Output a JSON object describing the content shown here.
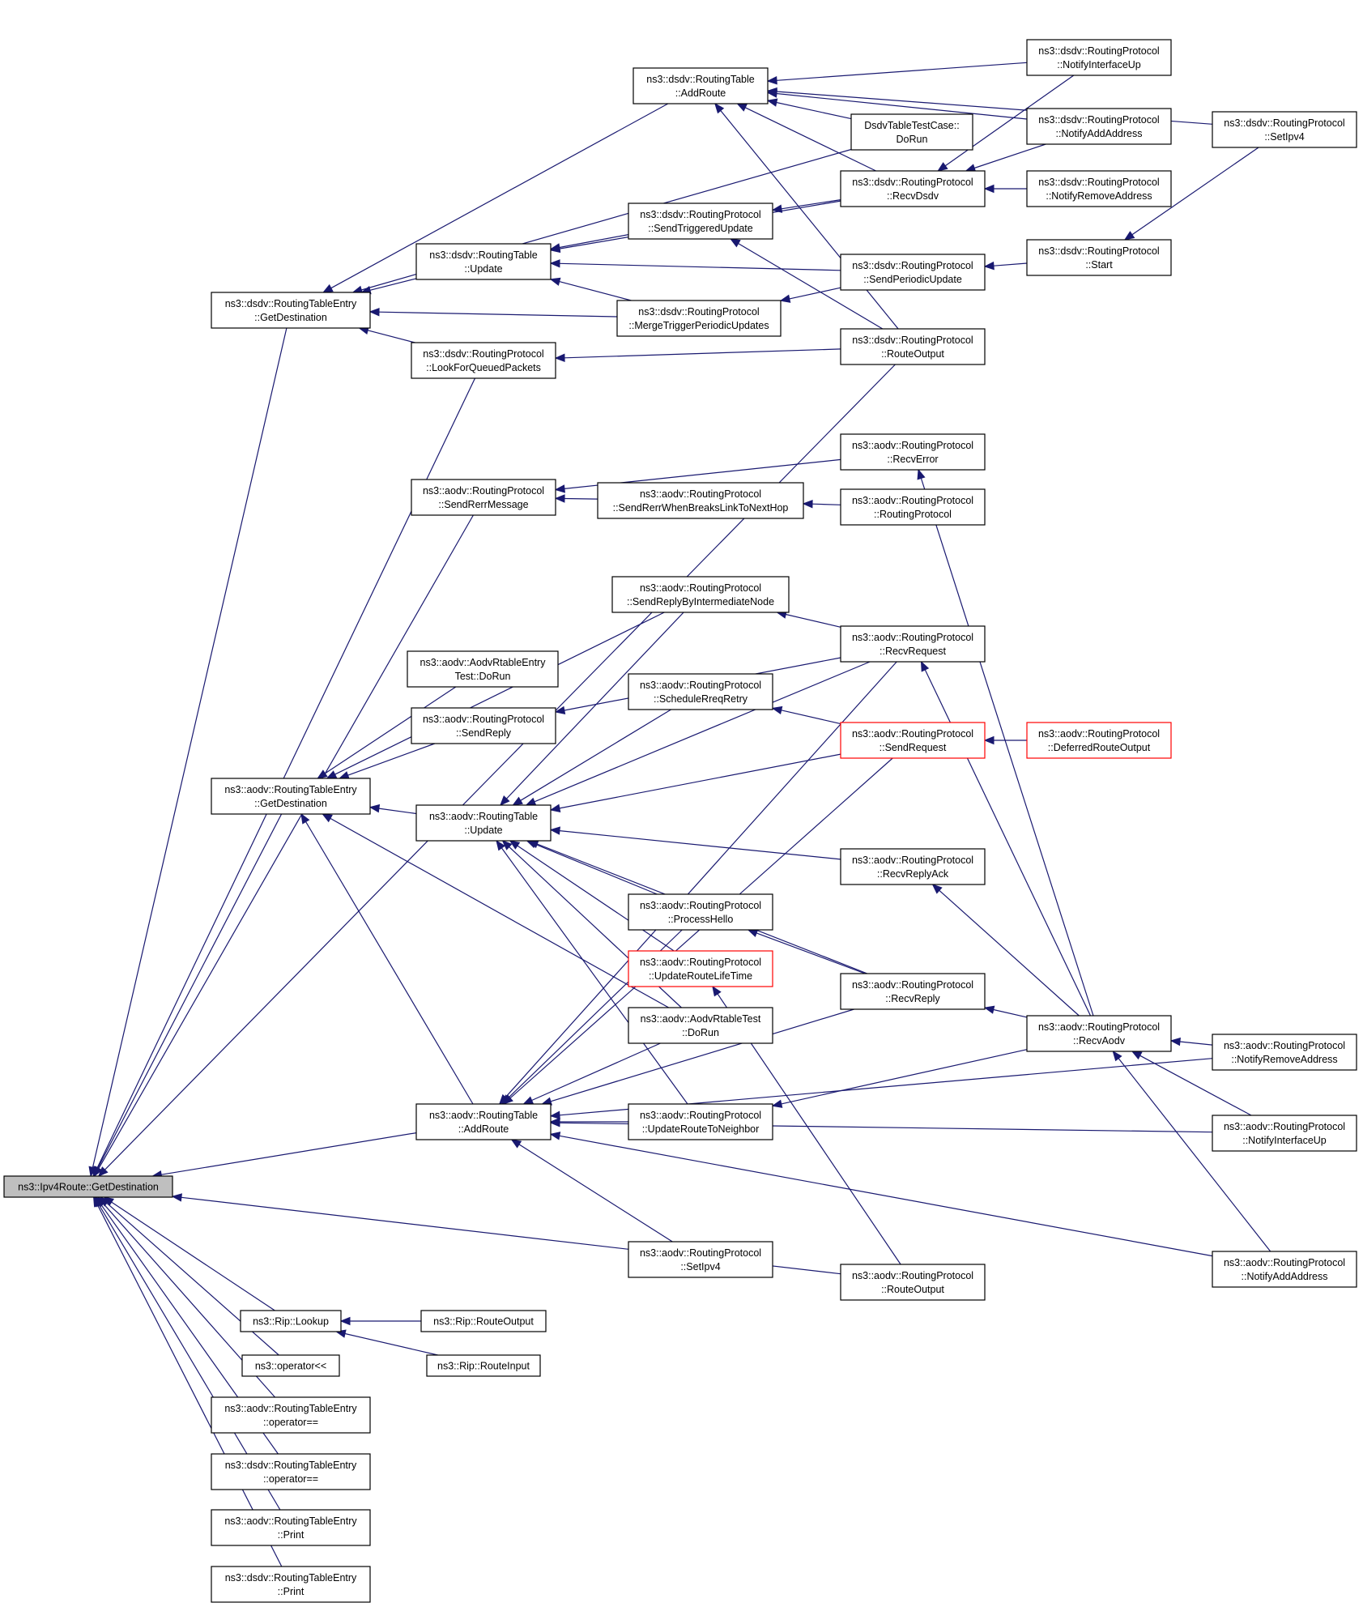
{
  "diagram": {
    "nodes": [
      {
        "id": "root",
        "lines": [
          "ns3::Ipv4Route::GetDestination"
        ],
        "style": "root"
      },
      {
        "id": "dsdvRTE_GetDest",
        "lines": [
          "ns3::dsdv::RoutingTableEntry",
          "::GetDestination"
        ]
      },
      {
        "id": "dsdvRT_AddRoute",
        "lines": [
          "ns3::dsdv::RoutingTable",
          "::AddRoute"
        ]
      },
      {
        "id": "dsdvRP_NotifyIfUp",
        "lines": [
          "ns3::dsdv::RoutingProtocol",
          "::NotifyInterfaceUp"
        ]
      },
      {
        "id": "dsdvRP_NotifyAdd",
        "lines": [
          "ns3::dsdv::RoutingProtocol",
          "::NotifyAddAddress"
        ]
      },
      {
        "id": "dsdvRP_SetIpv4",
        "lines": [
          "ns3::dsdv::RoutingProtocol",
          "::SetIpv4"
        ]
      },
      {
        "id": "dsdvTest_DoRun",
        "lines": [
          "DsdvTableTestCase::",
          "DoRun"
        ]
      },
      {
        "id": "dsdvRP_RecvDsdv",
        "lines": [
          "ns3::dsdv::RoutingProtocol",
          "::RecvDsdv"
        ]
      },
      {
        "id": "dsdvRP_NotifyRemove",
        "lines": [
          "ns3::dsdv::RoutingProtocol",
          "::NotifyRemoveAddress"
        ]
      },
      {
        "id": "dsdvRP_SendTrig",
        "lines": [
          "ns3::dsdv::RoutingProtocol",
          "::SendTriggeredUpdate"
        ]
      },
      {
        "id": "dsdvRT_Update",
        "lines": [
          "ns3::dsdv::RoutingTable",
          "::Update"
        ]
      },
      {
        "id": "dsdvRP_SendPeriodic",
        "lines": [
          "ns3::dsdv::RoutingProtocol",
          "::SendPeriodicUpdate"
        ]
      },
      {
        "id": "dsdvRP_Start",
        "lines": [
          "ns3::dsdv::RoutingProtocol",
          "::Start"
        ]
      },
      {
        "id": "dsdvRP_Merge",
        "lines": [
          "ns3::dsdv::RoutingProtocol",
          "::MergeTriggerPeriodicUpdates"
        ]
      },
      {
        "id": "dsdvRP_LookFor",
        "lines": [
          "ns3::dsdv::RoutingProtocol",
          "::LookForQueuedPackets"
        ]
      },
      {
        "id": "dsdvRP_RouteOutput",
        "lines": [
          "ns3::dsdv::RoutingProtocol",
          "::RouteOutput"
        ]
      },
      {
        "id": "aodvRP_RecvError",
        "lines": [
          "ns3::aodv::RoutingProtocol",
          "::RecvError"
        ]
      },
      {
        "id": "aodvRP_SendRerrMsg",
        "lines": [
          "ns3::aodv::RoutingProtocol",
          "::SendRerrMessage"
        ]
      },
      {
        "id": "aodvRP_SendRerrBreaks",
        "lines": [
          "ns3::aodv::RoutingProtocol",
          "::SendRerrWhenBreaksLinkToNextHop"
        ]
      },
      {
        "id": "aodvRP_RP",
        "lines": [
          "ns3::aodv::RoutingProtocol",
          "::RoutingProtocol"
        ]
      },
      {
        "id": "aodvRP_SendReplyInter",
        "lines": [
          "ns3::aodv::RoutingProtocol",
          "::SendReplyByIntermediateNode"
        ]
      },
      {
        "id": "aodvRP_RecvRequest",
        "lines": [
          "ns3::aodv::RoutingProtocol",
          "::RecvRequest"
        ]
      },
      {
        "id": "aodvRTETest_DoRun",
        "lines": [
          "ns3::aodv::AodvRtableEntry",
          "Test::DoRun"
        ]
      },
      {
        "id": "aodvRP_SchedRreq",
        "lines": [
          "ns3::aodv::RoutingProtocol",
          "::ScheduleRreqRetry"
        ]
      },
      {
        "id": "aodvRP_SendReply",
        "lines": [
          "ns3::aodv::RoutingProtocol",
          "::SendReply"
        ]
      },
      {
        "id": "aodvRP_SendRequest",
        "lines": [
          "ns3::aodv::RoutingProtocol",
          "::SendRequest"
        ],
        "style": "red"
      },
      {
        "id": "aodvRP_Deferred",
        "lines": [
          "ns3::aodv::RoutingProtocol",
          "::DeferredRouteOutput"
        ],
        "style": "red"
      },
      {
        "id": "aodvRTE_GetDest",
        "lines": [
          "ns3::aodv::RoutingTableEntry",
          "::GetDestination"
        ]
      },
      {
        "id": "aodvRT_Update",
        "lines": [
          "ns3::aodv::RoutingTable",
          "::Update"
        ]
      },
      {
        "id": "aodvRP_RecvReplyAck",
        "lines": [
          "ns3::aodv::RoutingProtocol",
          "::RecvReplyAck"
        ]
      },
      {
        "id": "aodvRP_ProcessHello",
        "lines": [
          "ns3::aodv::RoutingProtocol",
          "::ProcessHello"
        ]
      },
      {
        "id": "aodvRP_UpdateLife",
        "lines": [
          "ns3::aodv::RoutingProtocol",
          "::UpdateRouteLifeTime"
        ],
        "style": "red"
      },
      {
        "id": "aodvRP_RecvReply",
        "lines": [
          "ns3::aodv::RoutingProtocol",
          "::RecvReply"
        ]
      },
      {
        "id": "aodvRTest_DoRun",
        "lines": [
          "ns3::aodv::AodvRtableTest",
          "::DoRun"
        ]
      },
      {
        "id": "aodvRP_RecvAodv",
        "lines": [
          "ns3::aodv::RoutingProtocol",
          "::RecvAodv"
        ]
      },
      {
        "id": "aodvRP_NotifyRemove",
        "lines": [
          "ns3::aodv::RoutingProtocol",
          "::NotifyRemoveAddress"
        ]
      },
      {
        "id": "aodvRT_AddRoute",
        "lines": [
          "ns3::aodv::RoutingTable",
          "::AddRoute"
        ]
      },
      {
        "id": "aodvRP_UpdateNeighbor",
        "lines": [
          "ns3::aodv::RoutingProtocol",
          "::UpdateRouteToNeighbor"
        ]
      },
      {
        "id": "aodvRP_NotifyIfUp",
        "lines": [
          "ns3::aodv::RoutingProtocol",
          "::NotifyInterfaceUp"
        ]
      },
      {
        "id": "aodvRP_SetIpv4",
        "lines": [
          "ns3::aodv::RoutingProtocol",
          "::SetIpv4"
        ]
      },
      {
        "id": "aodvRP_RouteOutput",
        "lines": [
          "ns3::aodv::RoutingProtocol",
          "::RouteOutput"
        ]
      },
      {
        "id": "aodvRP_NotifyAdd",
        "lines": [
          "ns3::aodv::RoutingProtocol",
          "::NotifyAddAddress"
        ]
      },
      {
        "id": "rip_Lookup",
        "lines": [
          "ns3::Rip::Lookup"
        ]
      },
      {
        "id": "rip_RouteOutput",
        "lines": [
          "ns3::Rip::RouteOutput"
        ]
      },
      {
        "id": "rip_RouteInput",
        "lines": [
          "ns3::Rip::RouteInput"
        ]
      },
      {
        "id": "op_shift",
        "lines": [
          "ns3::operator<<"
        ]
      },
      {
        "id": "aodvRTE_opEq",
        "lines": [
          "ns3::aodv::RoutingTableEntry",
          "::operator=="
        ]
      },
      {
        "id": "dsdvRTE_opEq",
        "lines": [
          "ns3::dsdv::RoutingTableEntry",
          "::operator=="
        ]
      },
      {
        "id": "aodvRTE_Print",
        "lines": [
          "ns3::aodv::RoutingTableEntry",
          "::Print"
        ]
      },
      {
        "id": "dsdvRTE_Print",
        "lines": [
          "ns3::dsdv::RoutingTableEntry",
          "::Print"
        ]
      }
    ],
    "edges": [
      [
        "dsdvRTE_GetDest",
        "root"
      ],
      [
        "dsdvRP_LookFor",
        "root"
      ],
      [
        "dsdvRP_RouteOutput",
        "root"
      ],
      [
        "aodvRTE_GetDest",
        "root"
      ],
      [
        "aodvRP_SendRerrMsg",
        "root"
      ],
      [
        "aodvRT_AddRoute",
        "root"
      ],
      [
        "aodvRP_RouteOutput",
        "root"
      ],
      [
        "rip_Lookup",
        "root"
      ],
      [
        "op_shift",
        "root"
      ],
      [
        "aodvRTE_opEq",
        "root"
      ],
      [
        "dsdvRTE_opEq",
        "root"
      ],
      [
        "aodvRTE_Print",
        "root"
      ],
      [
        "dsdvRTE_Print",
        "root"
      ],
      [
        "dsdvRT_AddRoute",
        "dsdvRTE_GetDest"
      ],
      [
        "dsdvTest_DoRun",
        "dsdvRTE_GetDest"
      ],
      [
        "dsdvRT_Update",
        "dsdvRTE_GetDest"
      ],
      [
        "dsdvRP_Merge",
        "dsdvRTE_GetDest"
      ],
      [
        "dsdvRP_LookFor",
        "dsdvRTE_GetDest"
      ],
      [
        "dsdvRP_SetIpv4",
        "dsdvRT_AddRoute"
      ],
      [
        "dsdvRP_NotifyIfUp",
        "dsdvRT_AddRoute"
      ],
      [
        "dsdvRP_NotifyAdd",
        "dsdvRT_AddRoute"
      ],
      [
        "dsdvTest_DoRun",
        "dsdvRT_AddRoute"
      ],
      [
        "dsdvRP_RecvDsdv",
        "dsdvRT_AddRoute"
      ],
      [
        "dsdvRP_RouteOutput",
        "dsdvRT_AddRoute"
      ],
      [
        "dsdvRP_NotifyIfUp",
        "dsdvRP_RecvDsdv"
      ],
      [
        "dsdvRP_NotifyAdd",
        "dsdvRP_RecvDsdv"
      ],
      [
        "dsdvRP_NotifyRemove",
        "dsdvRP_RecvDsdv"
      ],
      [
        "dsdvRP_RecvDsdv",
        "dsdvRT_Update"
      ],
      [
        "dsdvRP_SendTrig",
        "dsdvRT_Update"
      ],
      [
        "dsdvRP_SendPeriodic",
        "dsdvRT_Update"
      ],
      [
        "dsdvRP_Merge",
        "dsdvRT_Update"
      ],
      [
        "dsdvRP_RecvDsdv",
        "dsdvRP_SendTrig"
      ],
      [
        "dsdvRP_RouteOutput",
        "dsdvRP_SendTrig"
      ],
      [
        "dsdvRP_Start",
        "dsdvRP_SendPeriodic"
      ],
      [
        "dsdvRP_SetIpv4",
        "dsdvRP_Start"
      ],
      [
        "dsdvRP_SendPeriodic",
        "dsdvRP_Merge"
      ],
      [
        "dsdvRP_RouteOutput",
        "dsdvRP_LookFor"
      ],
      [
        "aodvRP_RecvError",
        "aodvRP_SendRerrMsg"
      ],
      [
        "aodvRP_SendRerrBreaks",
        "aodvRP_SendRerrMsg"
      ],
      [
        "aodvRP_RP",
        "aodvRP_SendRerrBreaks"
      ],
      [
        "aodvRP_RecvAodv",
        "aodvRP_RecvError"
      ],
      [
        "aodvRP_SendReplyInter",
        "aodvRTE_GetDest"
      ],
      [
        "aodvRTETest_DoRun",
        "aodvRTE_GetDest"
      ],
      [
        "aodvRP_SendReply",
        "aodvRTE_GetDest"
      ],
      [
        "aodvRT_Update",
        "aodvRTE_GetDest"
      ],
      [
        "aodvRTest_DoRun",
        "aodvRTE_GetDest"
      ],
      [
        "aodvRT_AddRoute",
        "aodvRTE_GetDest"
      ],
      [
        "aodvRP_RecvRequest",
        "aodvRP_SendReplyInter"
      ],
      [
        "aodvRP_RecvRequest",
        "aodvRP_SendReply"
      ],
      [
        "aodvRP_RecvAodv",
        "aodvRP_RecvRequest"
      ],
      [
        "aodvRP_SendRequest",
        "aodvRP_SchedRreq"
      ],
      [
        "aodvRP_Deferred",
        "aodvRP_SendRequest"
      ],
      [
        "aodvRP_SendReplyInter",
        "aodvRT_Update"
      ],
      [
        "aodvRP_SchedRreq",
        "aodvRT_Update"
      ],
      [
        "aodvRP_RecvRequest",
        "aodvRT_Update"
      ],
      [
        "aodvRP_SendRequest",
        "aodvRT_Update"
      ],
      [
        "aodvRP_RecvReplyAck",
        "aodvRT_Update"
      ],
      [
        "aodvRP_ProcessHello",
        "aodvRT_Update"
      ],
      [
        "aodvRP_UpdateLife",
        "aodvRT_Update"
      ],
      [
        "aodvRP_RecvReply",
        "aodvRT_Update"
      ],
      [
        "aodvRTest_DoRun",
        "aodvRT_Update"
      ],
      [
        "aodvRP_UpdateNeighbor",
        "aodvRT_Update"
      ],
      [
        "aodvRP_RecvAodv",
        "aodvRP_RecvReplyAck"
      ],
      [
        "aodvRP_RecvReply",
        "aodvRP_ProcessHello"
      ],
      [
        "aodvRP_RouteOutput",
        "aodvRP_UpdateLife"
      ],
      [
        "aodvRP_RecvAodv",
        "aodvRP_RecvReply"
      ],
      [
        "aodvRP_NotifyRemove",
        "aodvRP_RecvAodv"
      ],
      [
        "aodvRP_NotifyIfUp",
        "aodvRP_RecvAodv"
      ],
      [
        "aodvRP_NotifyAdd",
        "aodvRP_RecvAodv"
      ],
      [
        "aodvRP_ProcessHello",
        "aodvRT_AddRoute"
      ],
      [
        "aodvRTest_DoRun",
        "aodvRT_AddRoute"
      ],
      [
        "aodvRP_RecvRequest",
        "aodvRT_AddRoute"
      ],
      [
        "aodvRP_SendRequest",
        "aodvRT_AddRoute"
      ],
      [
        "aodvRP_UpdateNeighbor",
        "aodvRT_AddRoute"
      ],
      [
        "aodvRP_NotifyRemove",
        "aodvRT_AddRoute"
      ],
      [
        "aodvRP_NotifyIfUp",
        "aodvRT_AddRoute"
      ],
      [
        "aodvRP_SetIpv4",
        "aodvRT_AddRoute"
      ],
      [
        "aodvRP_RecvReply",
        "aodvRT_AddRoute"
      ],
      [
        "aodvRP_NotifyAdd",
        "aodvRT_AddRoute"
      ],
      [
        "aodvRP_RecvAodv",
        "aodvRP_UpdateNeighbor"
      ],
      [
        "rip_RouteOutput",
        "rip_Lookup"
      ],
      [
        "rip_RouteInput",
        "rip_Lookup"
      ]
    ]
  }
}
